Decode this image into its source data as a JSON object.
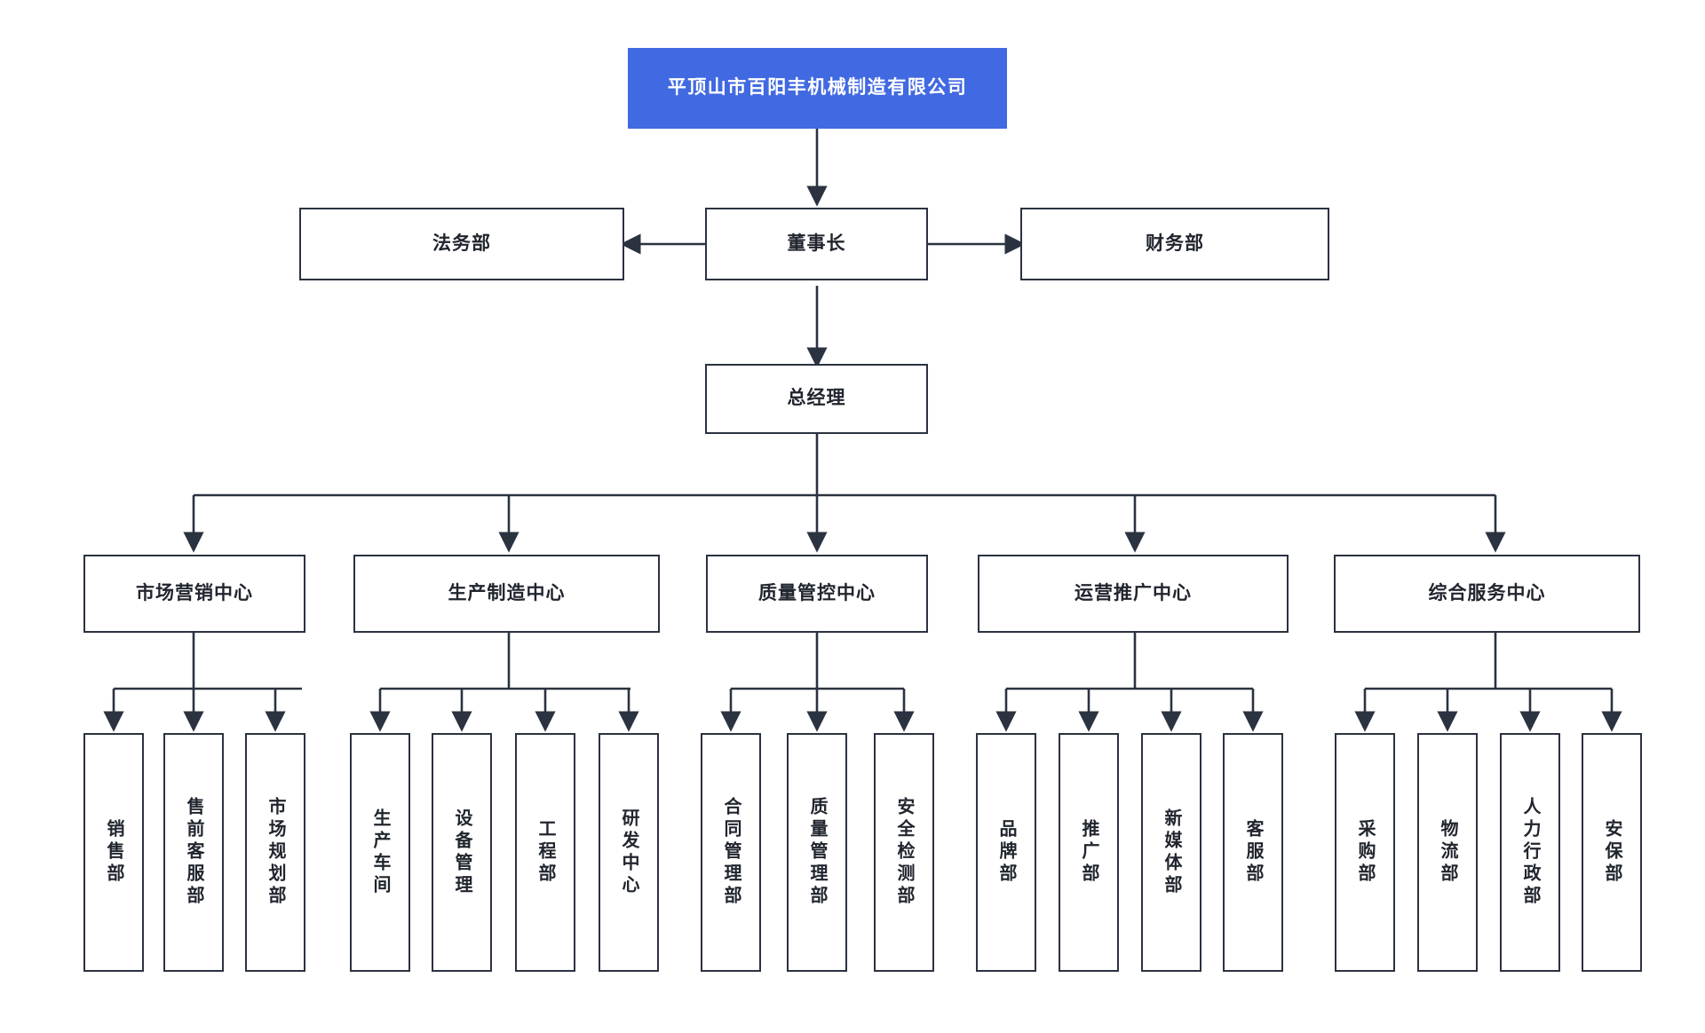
{
  "diagram": {
    "type": "organization-chart",
    "title": "平顶山市百阳丰机械制造有限公司",
    "colors": {
      "root_fill": "#4169e1",
      "root_text": "#ffffff",
      "box_border": "#2b3240",
      "box_fill": "#ffffff",
      "box_text": "#20252e",
      "connector": "#2b3240",
      "background": "#ffffff"
    },
    "root": {
      "label": "平顶山市百阳丰机械制造有限公司"
    },
    "chairman": {
      "label": "董事长"
    },
    "chairman_left": {
      "label": "法务部"
    },
    "chairman_right": {
      "label": "财务部"
    },
    "general_manager": {
      "label": "总经理"
    },
    "centers": [
      {
        "label": "市场营销中心",
        "children": [
          {
            "label": "销售部"
          },
          {
            "label": "售前客服部"
          },
          {
            "label": "市场规划部"
          }
        ]
      },
      {
        "label": "生产制造中心",
        "children": [
          {
            "label": "生产车间"
          },
          {
            "label": "设备管理"
          },
          {
            "label": "工程部"
          },
          {
            "label": "研发中心"
          }
        ]
      },
      {
        "label": "质量管控中心",
        "children": [
          {
            "label": "合同管理部"
          },
          {
            "label": "质量管理部"
          },
          {
            "label": "安全检测部"
          }
        ]
      },
      {
        "label": "运营推广中心",
        "children": [
          {
            "label": "品牌部"
          },
          {
            "label": "推广部"
          },
          {
            "label": "新媒体部"
          },
          {
            "label": "客服部"
          }
        ]
      },
      {
        "label": "综合服务中心",
        "children": [
          {
            "label": "采购部"
          },
          {
            "label": "物流部"
          },
          {
            "label": "人力行政部"
          },
          {
            "label": "安保部"
          }
        ]
      }
    ]
  }
}
